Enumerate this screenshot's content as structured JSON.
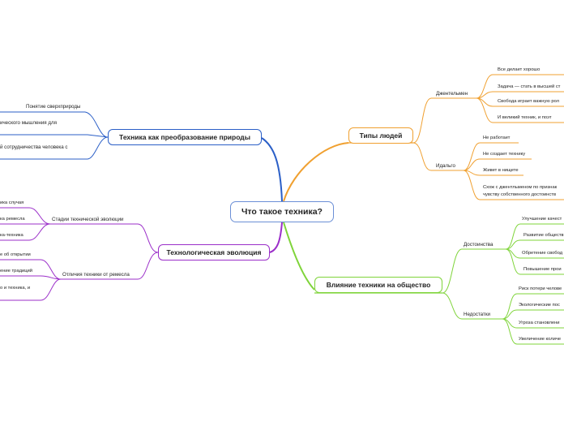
{
  "central": "Что такое техника?",
  "branches": {
    "tech_nature": {
      "title": "Техника как преобразование природы",
      "items": [
        "Понятие сверхприроды",
        "ического мышления для",
        "й сотрудничества человека с"
      ]
    },
    "tech_evolution": {
      "title": "Технологическая эволюция",
      "stages": {
        "label": "Стадии технической эволюции",
        "items": [
          "ика случая",
          "ка ремесла",
          "ка-техника"
        ]
      },
      "differences": {
        "label": "Отличия техники от ремесла",
        "items": [
          "е об открытии",
          "ение традиций",
          "о и техника, и"
        ]
      }
    },
    "people_types": {
      "title": "Типы людей",
      "gentleman": {
        "label": "Джентельмен",
        "items": [
          "Все делает хорошо",
          "Задача — стать в высшей ст",
          "Свобода играет важную рол",
          "И великий техник, и поэт"
        ]
      },
      "idalgo": {
        "label": "Идальго",
        "items": [
          "Не работает",
          "Не создает технику",
          "Живет в нищете",
          "Схож с джентльменом по признак",
          "чувству собственного достоинств"
        ]
      }
    },
    "society": {
      "title": "Влияние техники на общество",
      "advantages": {
        "label": "Достоинства",
        "items": [
          "Улучшение качест",
          "Развитие обществ",
          "Обретение свобод",
          "Повышение прои"
        ]
      },
      "disadvantages": {
        "label": "Недостатки",
        "items": [
          "Риск потери челове",
          "Экологические пос",
          "Угроза становлени",
          "Увеличение количе"
        ]
      }
    }
  },
  "colors": {
    "blue": "#2b5fc7",
    "purple": "#9b2fc9",
    "orange": "#f0a030",
    "green": "#7fd43a",
    "central_border": "#6b8fd6"
  }
}
